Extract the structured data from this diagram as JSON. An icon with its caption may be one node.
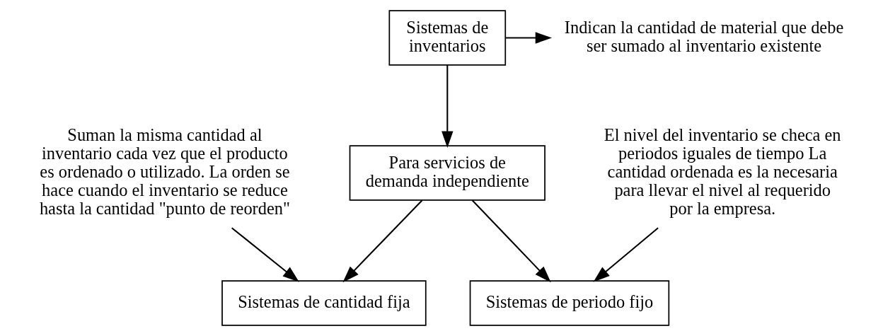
{
  "diagram": {
    "nodes": [
      {
        "text": [
          "Sistemas de inventarios"
        ]
      },
      {
        "text": [
          "Indican la cantidad de material que debe ser sumado al inventario existente"
        ]
      },
      {
        "text": [
          "Suman la misma cantidad al inventario cada vez que el producto es ordenado o utilizado. La orden se hace cuando el inventario se reduce hasta la cantidad \"punto de reorden\""
        ]
      },
      {
        "text": [
          "Para servicios de demanda independiente"
        ]
      },
      {
        "text": [
          "El nivel del inventario se checa en periodos iguales de tiempo La cantidad ordenada es la necesaria para llevar el nivel al requerido por la empresa."
        ]
      },
      {
        "text": [
          "Sistemas de cantidad fija"
        ]
      },
      {
        "text": [
          "Sistemas de periodo fijo"
        ]
      }
    ],
    "edges": [
      {
        "from": 0,
        "to": 1,
        "arrow": "to"
      },
      {
        "from": 0,
        "to": 3,
        "arrow": "to"
      },
      {
        "from": 3,
        "to": 5,
        "arrow": "to"
      },
      {
        "from": 3,
        "to": 6,
        "arrow": "to"
      },
      {
        "from": 2,
        "to": 5,
        "arrow": "to"
      },
      {
        "from": 4,
        "to": 6,
        "arrow": "to"
      }
    ]
  }
}
